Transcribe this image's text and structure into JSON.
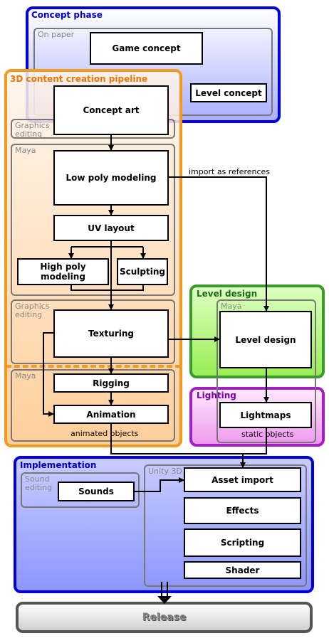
{
  "phases": {
    "concept": {
      "title": "Concept phase",
      "color": "#0000cc"
    },
    "pipeline": {
      "title": "3D content creation pipeline",
      "color": "#ee7700"
    },
    "level_design": {
      "title": "Level design",
      "color": "#1c6a1c"
    },
    "lighting": {
      "title": "Lighting",
      "color": "#7a00aa"
    },
    "implementation": {
      "title": "Implementation",
      "color": "#0000cc"
    }
  },
  "groups": {
    "on_paper": "On paper",
    "graphics_editing_1": "Graphics\nediting",
    "maya_1": "Maya",
    "graphics_editing_2": "Graphics\nediting",
    "maya_2": "Maya",
    "maya_level": "Maya",
    "sound_editing": "Sound\nediting",
    "unity": "Unity 3D"
  },
  "nodes": {
    "game_concept": "Game concept",
    "level_concept": "Level concept",
    "concept_art": "Concept art",
    "low_poly": "Low poly modeling",
    "uv_layout": "UV layout",
    "high_poly": "High poly modeling",
    "sculpting": "Sculpting",
    "texturing": "Texturing",
    "rigging": "Rigging",
    "animation": "Animation",
    "level_design": "Level design",
    "lightmaps": "Lightmaps",
    "sounds": "Sounds",
    "asset_import": "Asset import",
    "effects": "Effects",
    "scripting": "Scripting",
    "shader": "Shader",
    "release": "Release"
  },
  "edge_labels": {
    "import_refs": "import as references",
    "animated_objects": "animated objects",
    "static_objects": "static objects"
  }
}
